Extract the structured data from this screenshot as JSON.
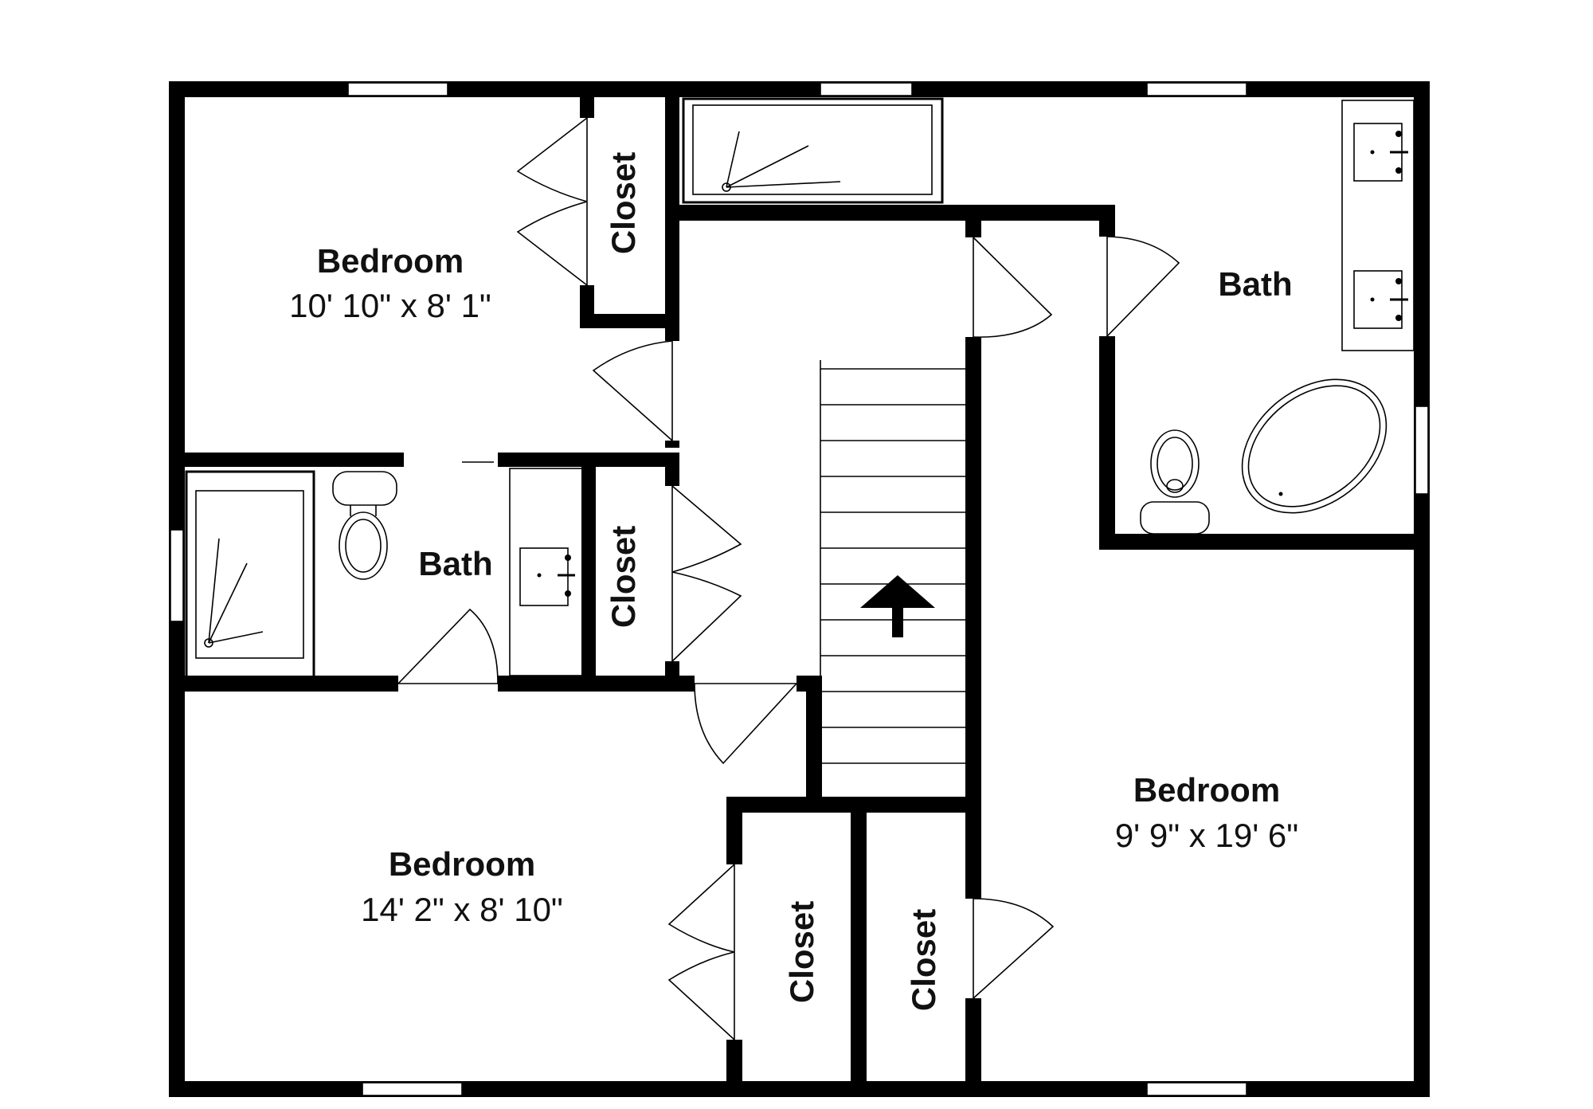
{
  "floor_plan": {
    "rooms": [
      {
        "id": "bedroom-top-left",
        "name": "Bedroom",
        "dimensions": "10' 10\" x 8' 1\""
      },
      {
        "id": "closet-top",
        "name": "Closet"
      },
      {
        "id": "bath-right",
        "name": "Bath"
      },
      {
        "id": "bath-left",
        "name": "Bath"
      },
      {
        "id": "closet-middle",
        "name": "Closet"
      },
      {
        "id": "bedroom-bottom-left",
        "name": "Bedroom",
        "dimensions": "14' 2\" x 8' 10\""
      },
      {
        "id": "closet-bottom-1",
        "name": "Closet"
      },
      {
        "id": "closet-bottom-2",
        "name": "Closet"
      },
      {
        "id": "bedroom-right",
        "name": "Bedroom",
        "dimensions": "9' 9\" x 19' 6\""
      }
    ],
    "colors": {
      "walls": "#000000",
      "background": "#ffffff"
    }
  }
}
